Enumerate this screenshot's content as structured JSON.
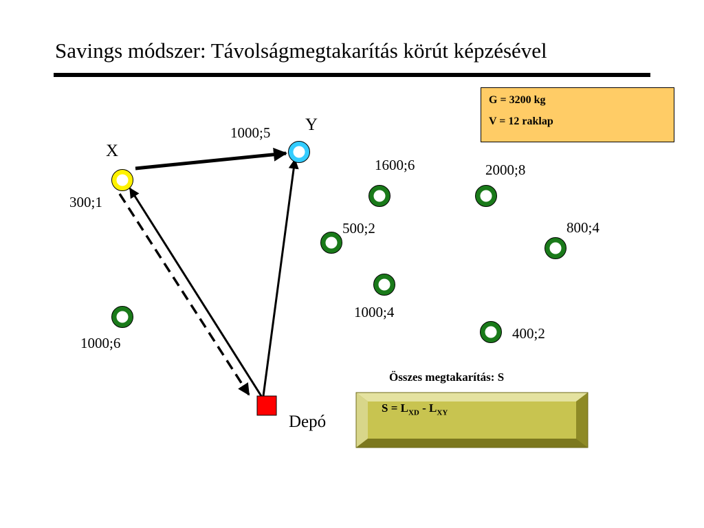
{
  "slide": {
    "title": "Savings módszer: Távolságmegtakarítás körút képzésével"
  },
  "params": {
    "line1": "G = 3200 kg",
    "line2": "V = 12 raklap"
  },
  "nodes": {
    "x_name": "X",
    "y_name": "Y",
    "depot_name": "Depó",
    "x_label": "300;1",
    "y_label": "1000;5",
    "c1_label": "1600;6",
    "c2_label": "2000;8",
    "c3_label": "500;2",
    "c4_label": "800;4",
    "c5_label": "1000;4",
    "c6_label": "1000;6",
    "c7_label": "400;2"
  },
  "savings": {
    "title": "Összes megtakarítás: S",
    "prefix": "S =  L",
    "sub1": "XD",
    "mid": "  - L",
    "sub2": "XY"
  },
  "colors": {
    "node_x": "#FFF200",
    "node_y": "#33CCFF",
    "node_customer": "#1A7A1A",
    "depot": "#FF0000",
    "params_bg": "#FFCC66",
    "savings_face": "#C8C450"
  }
}
